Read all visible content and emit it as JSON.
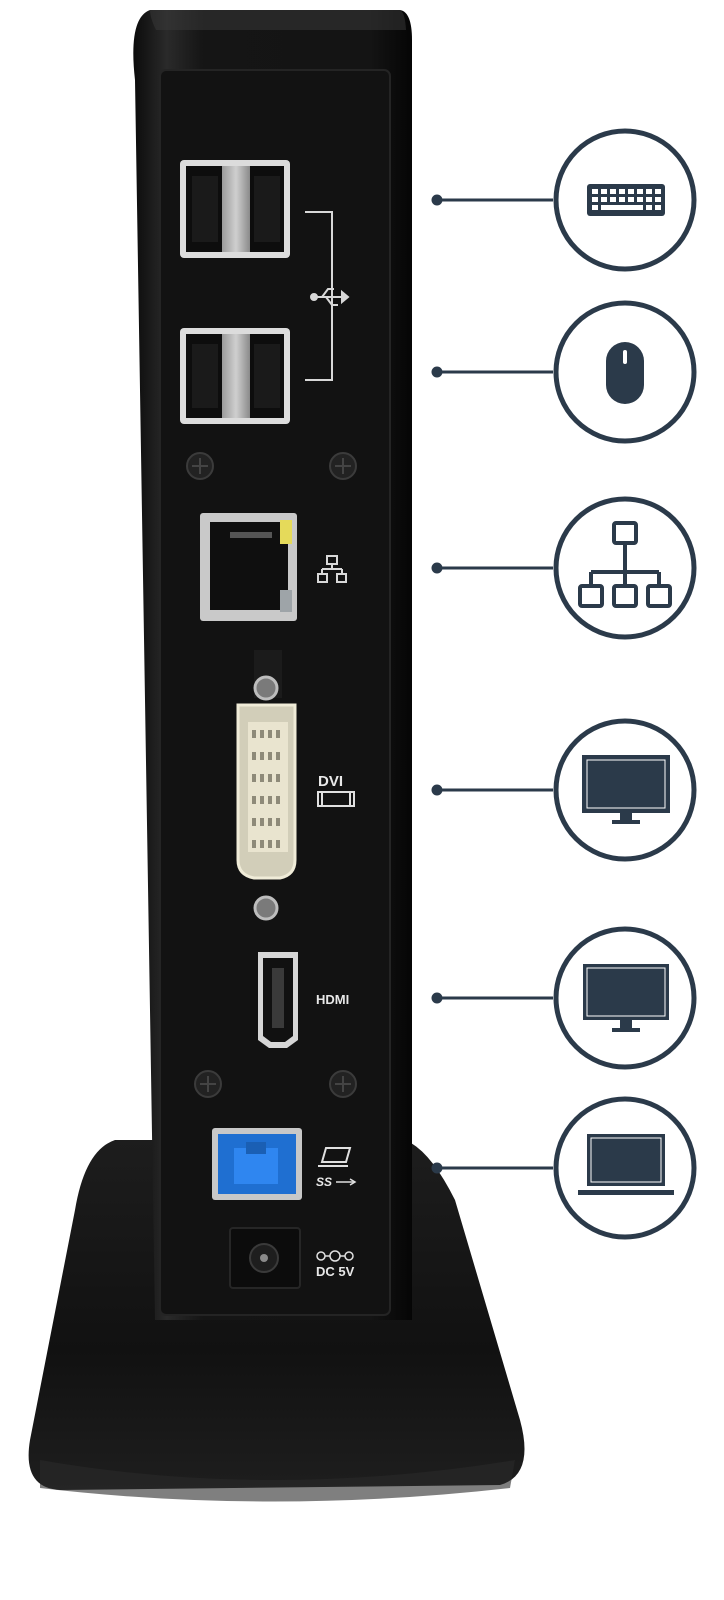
{
  "device": {
    "name": "",
    "labels": {
      "dvi": "DVI",
      "hdmi": "HDMI",
      "usb3": "SS",
      "dc": "DC 5V"
    }
  },
  "callouts": [
    {
      "icon": "keyboard-icon",
      "port": "usb-port-top"
    },
    {
      "icon": "mouse-icon",
      "port": "usb-port-bottom"
    },
    {
      "icon": "network-icon",
      "port": "ethernet-port"
    },
    {
      "icon": "monitor-icon",
      "port": "dvi-port"
    },
    {
      "icon": "monitor-icon",
      "port": "hdmi-port"
    },
    {
      "icon": "laptop-icon",
      "port": "usb3-port"
    }
  ],
  "colors": {
    "dock_body": "#141414",
    "dock_bezel": "#1c1c1c",
    "callout_stroke": "#2b3a4a",
    "icon_fill": "#2b3a4a",
    "usb3_blue": "#1f6fd1",
    "dvi_cream": "#e9e4cf"
  }
}
